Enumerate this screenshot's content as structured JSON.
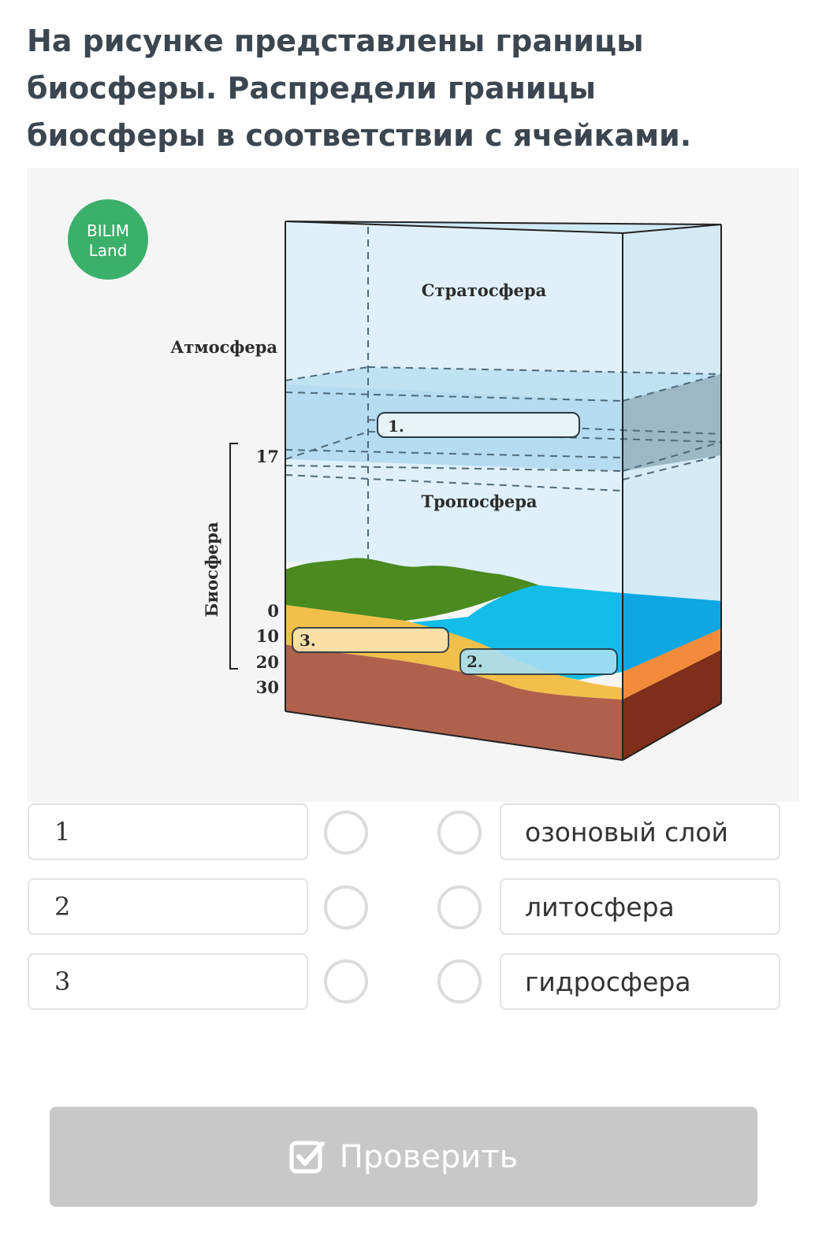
{
  "question": "На рисунке представлены границы биосферы. Распредели границы биосферы в соответствии с ячейками.",
  "figure": {
    "logo_line1": "BILIM",
    "logo_line2": "Land",
    "stratosphere_label": "Стратосфера",
    "troposphere_label": "Тропосфера",
    "atmosphere_label": "Атмосфера",
    "biosphere_label": "Биосфера",
    "scale": [
      "17",
      "0",
      "10",
      "20",
      "30"
    ],
    "cell_1": "1.",
    "cell_2": "2.",
    "cell_3": "3.",
    "logo_color": "#3bb06a"
  },
  "matching": {
    "left_items": [
      "1",
      "2",
      "3"
    ],
    "right_items": [
      "озоновый слой",
      "литосфера",
      "гидросфера"
    ]
  },
  "check_button": {
    "label": "Проверить",
    "icon": "checkbox-check-icon"
  }
}
